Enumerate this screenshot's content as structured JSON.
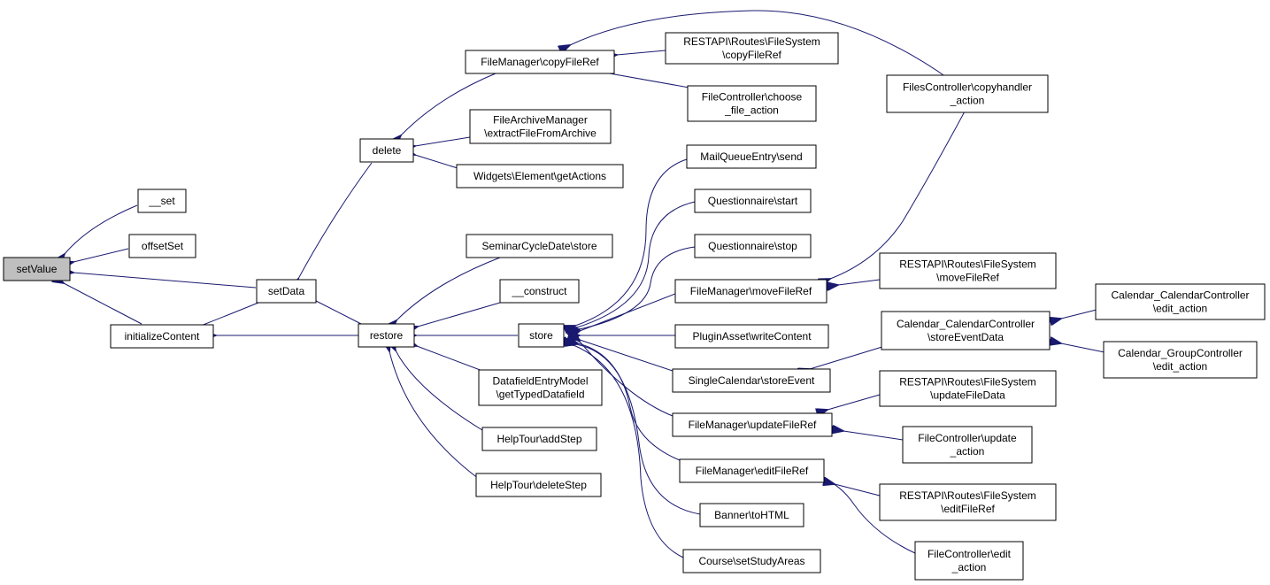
{
  "colors": {
    "edge": "#191970",
    "node_border": "#000000",
    "root_fill": "#bfbfbf",
    "node_fill": "#ffffff"
  },
  "nodes": {
    "setValue": [
      "setValue"
    ],
    "set": [
      "__set"
    ],
    "offsetSet": [
      "offsetSet"
    ],
    "setData": [
      "setData"
    ],
    "initializeContent": [
      "initializeContent"
    ],
    "delete": [
      "delete"
    ],
    "restore": [
      "restore"
    ],
    "copyFileRef": [
      "FileManager\\copyFileRef"
    ],
    "restCopyFileRef": [
      "RESTAPI\\Routes\\FileSystem",
      "\\copyFileRef"
    ],
    "chooseFileAction": [
      "FileController\\choose",
      "_file_action"
    ],
    "copyhandlerAction": [
      "FilesController\\copyhandler",
      "_action"
    ],
    "extractFile": [
      "FileArchiveManager",
      "\\extractFileFromArchive"
    ],
    "getActions": [
      "Widgets\\Element\\getActions"
    ],
    "seminarStore": [
      "SeminarCycleDate\\store"
    ],
    "construct": [
      "__construct"
    ],
    "store": [
      "store"
    ],
    "datafieldEntry": [
      "DatafieldEntryModel",
      "\\getTypedDatafield"
    ],
    "addStep": [
      "HelpTour\\addStep"
    ],
    "deleteStep": [
      "HelpTour\\deleteStep"
    ],
    "mailSend": [
      "MailQueueEntry\\send"
    ],
    "qStart": [
      "Questionnaire\\start"
    ],
    "qStop": [
      "Questionnaire\\stop"
    ],
    "moveFileRef": [
      "FileManager\\moveFileRef"
    ],
    "writeContent": [
      "PluginAsset\\writeContent"
    ],
    "storeEvent": [
      "SingleCalendar\\storeEvent"
    ],
    "updateFileRef": [
      "FileManager\\updateFileRef"
    ],
    "editFileRef": [
      "FileManager\\editFileRef"
    ],
    "bannerHtml": [
      "Banner\\toHTML"
    ],
    "setStudyAreas": [
      "Course\\setStudyAreas"
    ],
    "restMoveFileRef": [
      "RESTAPI\\Routes\\FileSystem",
      "\\moveFileRef"
    ],
    "storeEventData": [
      "Calendar_CalendarController",
      "\\storeEventData"
    ],
    "restUpdateFileData": [
      "RESTAPI\\Routes\\FileSystem",
      "\\updateFileData"
    ],
    "updateAction": [
      "FileController\\update",
      "_action"
    ],
    "restEditFileRef": [
      "RESTAPI\\Routes\\FileSystem",
      "\\editFileRef"
    ],
    "editAction": [
      "FileController\\edit",
      "_action"
    ],
    "calEditAction": [
      "Calendar_CalendarController",
      "\\edit_action"
    ],
    "groupEditAction": [
      "Calendar_GroupController",
      "\\edit_action"
    ]
  }
}
